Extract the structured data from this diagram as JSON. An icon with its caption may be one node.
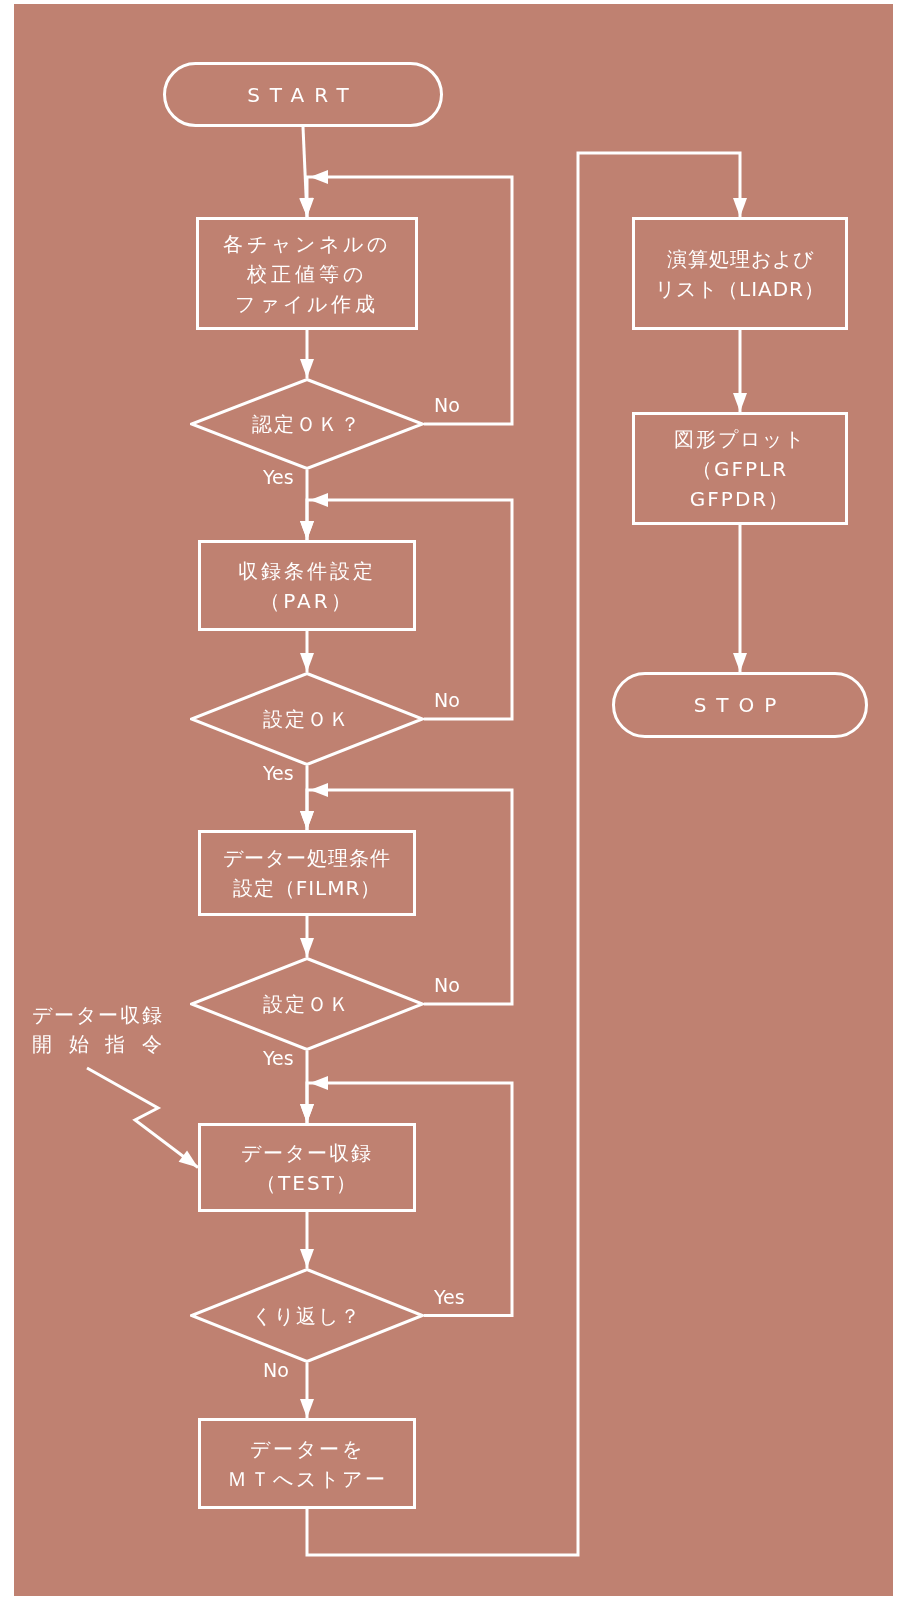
{
  "diagram": {
    "nodes": [
      {
        "text": [
          "START"
        ]
      },
      {
        "text": [
          "各チャンネルの校正値等のファイル作成"
        ]
      },
      {
        "text": [
          "認定ＯＫ？"
        ]
      },
      {
        "text": [
          "収録条件設定（PAR）"
        ]
      },
      {
        "text": [
          "設定ＯＫ"
        ]
      },
      {
        "text": [
          "データー処理条件設定（FILMR）"
        ]
      },
      {
        "text": [
          "設定ＯＫ"
        ]
      },
      {
        "text": [
          "データー収録開始指令"
        ]
      },
      {
        "text": [
          "データー収録（TEST）"
        ]
      },
      {
        "text": [
          "くり返し？"
        ]
      },
      {
        "text": [
          "データーをＭＴへストアー"
        ]
      },
      {
        "text": [
          "演算処理およびリスト（LIADR）"
        ]
      },
      {
        "text": [
          "図形プロット（GFPLR GFPDR）"
        ]
      },
      {
        "text": [
          "STOP"
        ]
      }
    ],
    "edges": [
      {
        "from": 0,
        "to": 1,
        "arrow": "to"
      },
      {
        "from": 1,
        "to": 2,
        "arrow": "to"
      },
      {
        "from": 2,
        "to": 1,
        "arrow": "to",
        "label": "No"
      },
      {
        "from": 2,
        "to": 3,
        "arrow": "to",
        "label": "Yes"
      },
      {
        "from": 3,
        "to": 4,
        "arrow": "to"
      },
      {
        "from": 4,
        "to": 3,
        "arrow": "to",
        "label": "No"
      },
      {
        "from": 4,
        "to": 5,
        "arrow": "to",
        "label": "Yes"
      },
      {
        "from": 5,
        "to": 6,
        "arrow": "to"
      },
      {
        "from": 6,
        "to": 5,
        "arrow": "to",
        "label": "No"
      },
      {
        "from": 6,
        "to": 8,
        "arrow": "to",
        "label": "Yes"
      },
      {
        "from": 7,
        "to": 8,
        "arrow": "to"
      },
      {
        "from": 8,
        "to": 9,
        "arrow": "to"
      },
      {
        "from": 9,
        "to": 8,
        "arrow": "to",
        "label": "Yes"
      },
      {
        "from": 9,
        "to": 10,
        "arrow": "to",
        "label": "No"
      },
      {
        "from": 10,
        "to": 11,
        "arrow": "to"
      },
      {
        "from": 11,
        "to": 12,
        "arrow": "to"
      },
      {
        "from": 12,
        "to": 13,
        "arrow": "to"
      }
    ]
  }
}
